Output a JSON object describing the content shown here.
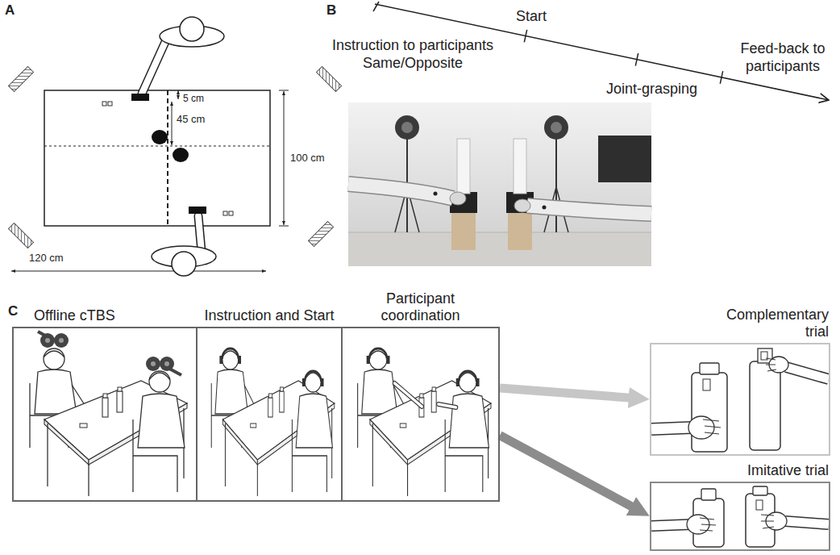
{
  "diagram": {
    "nodes": [
      {
        "text": [
          "Offline cTBS"
        ]
      },
      {
        "text": [
          "Instruction and Start"
        ]
      },
      {
        "text": [
          "Participant coordination"
        ]
      },
      {
        "text": [
          "Complementary trial"
        ]
      },
      {
        "text": [
          "Imitative trial"
        ]
      }
    ],
    "edges": [
      {
        "from": 2,
        "to": 3,
        "arrow": "to"
      },
      {
        "from": 2,
        "to": 4,
        "arrow": "to"
      }
    ],
    "labels": [
      "A",
      "5 cm",
      "45 cm",
      "100 cm",
      "120 cm",
      "B",
      "Start",
      "Instruction to participants Same/Opposite",
      "Joint-grasping",
      "Feed-back to participants",
      "C"
    ]
  }
}
